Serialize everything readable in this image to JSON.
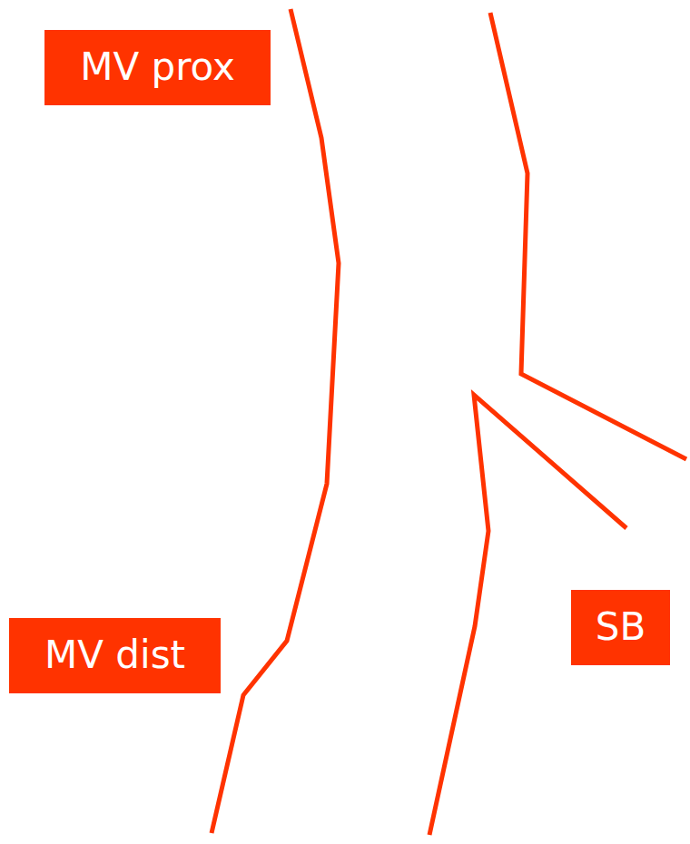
{
  "diagram": {
    "nodes": [
      {
        "text": [
          "MV prox"
        ]
      },
      {
        "text": [
          "MV dist"
        ]
      },
      {
        "text": [
          "SB"
        ]
      }
    ]
  }
}
